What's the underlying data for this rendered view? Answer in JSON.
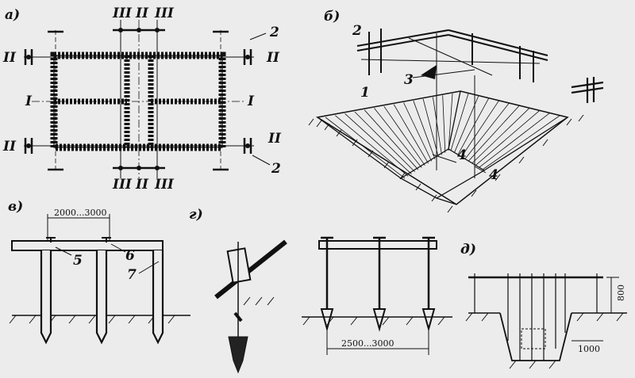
{
  "panels": {
    "a": "а)",
    "b": "б)",
    "v": "в)",
    "g": "г)",
    "d": "д)"
  },
  "axes": {
    "I": "I",
    "II": "II",
    "III": "III"
  },
  "numbers": {
    "n1": "1",
    "n2": "2",
    "n3": "3",
    "n4": "4",
    "n5": "5",
    "n6": "6",
    "n7": "7"
  },
  "dimensions": {
    "post_spacing": "2000...3000",
    "base_width": "2500...3000",
    "height": "800",
    "offset": "1000"
  }
}
